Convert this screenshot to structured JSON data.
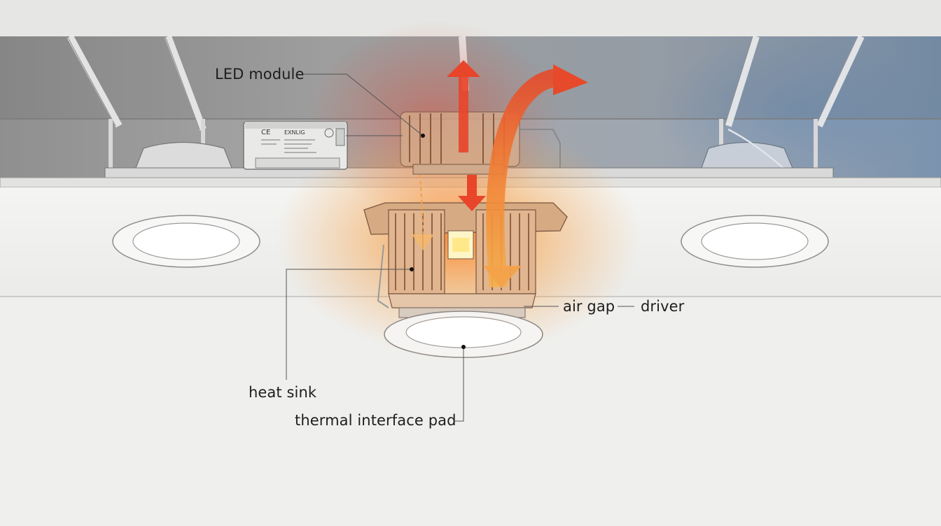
{
  "diagram": {
    "labels": {
      "led_module": "LED module",
      "air_gap": "air gap",
      "driver": "driver",
      "heat_sink": "heat sink",
      "thermal_interface_pad": "thermal interface pad"
    },
    "driver_box_text": {
      "ce_mark": "CE",
      "brand": "EXNLIG"
    },
    "colors": {
      "hot": "#e8452a",
      "warm": "#f39a3a",
      "cool": "#6f8fb4",
      "ceiling": "#f1f1ef",
      "plenum": "#9a9a9a",
      "line": "#444444"
    }
  }
}
